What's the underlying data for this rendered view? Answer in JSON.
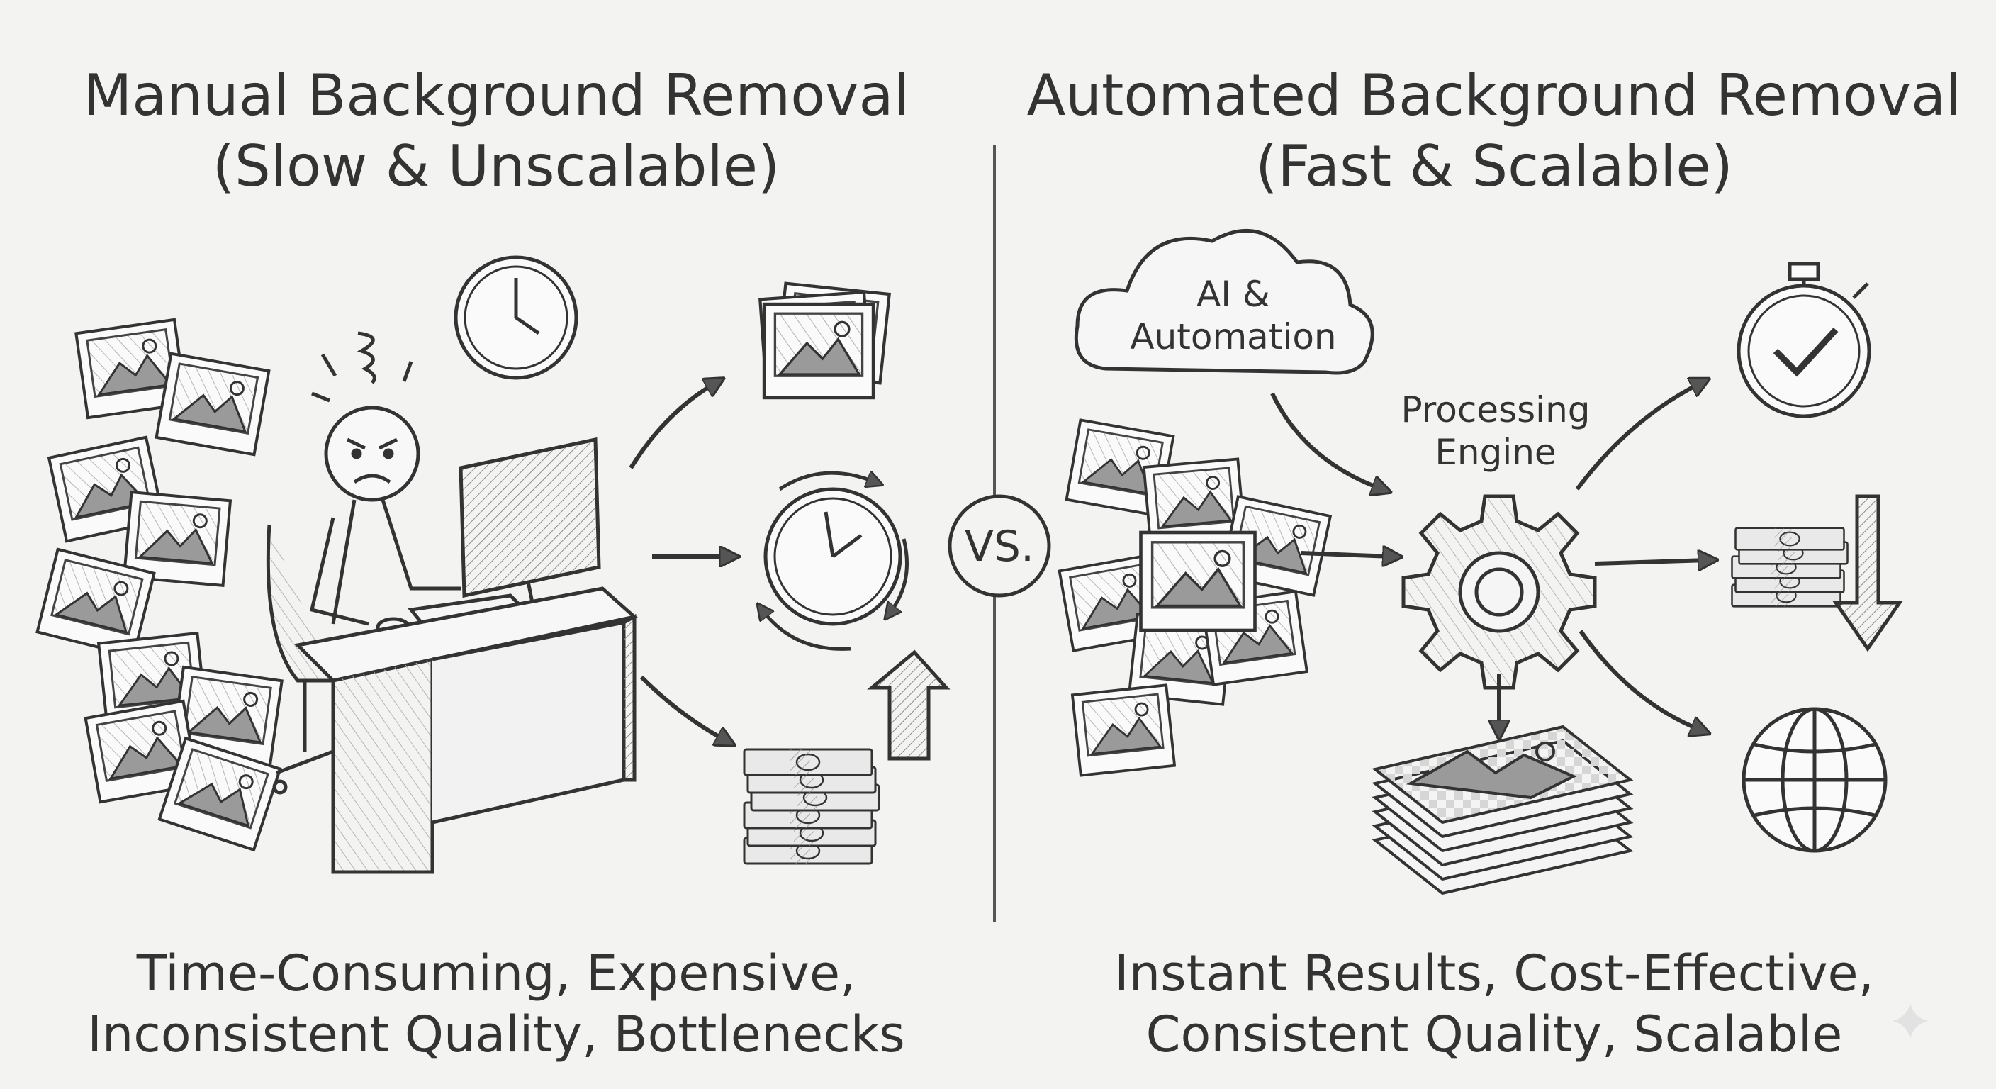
{
  "left_panel": {
    "title": "Manual Background Removal",
    "subtitle": "(Slow & Unscalable)",
    "caption_line1": "Time-Consuming, Expensive,",
    "caption_line2": "Inconsistent Quality, Bottlenecks"
  },
  "divider": {
    "vs_label": "VS."
  },
  "right_panel": {
    "title": "Automated Background Removal",
    "subtitle": "(Fast & Scalable)",
    "cloud_label_line1": "AI &",
    "cloud_label_line2": "Automation",
    "engine_label_line1": "Processing",
    "engine_label_line2": "Engine",
    "caption_line1": "Instant Results, Cost-Effective,",
    "caption_line2": "Consistent Quality, Scalable"
  },
  "colors": {
    "ink": "#333333",
    "paper": "#f3f3f2",
    "shade": "#9a9a9a"
  },
  "icons": [
    "clock-icon",
    "stopwatch-icon",
    "checkmark-icon",
    "money-stack-icon",
    "globe-icon",
    "gear-icon",
    "cloud-icon",
    "monitor-icon",
    "desk-icon",
    "photo-icon",
    "arrow-icon"
  ]
}
